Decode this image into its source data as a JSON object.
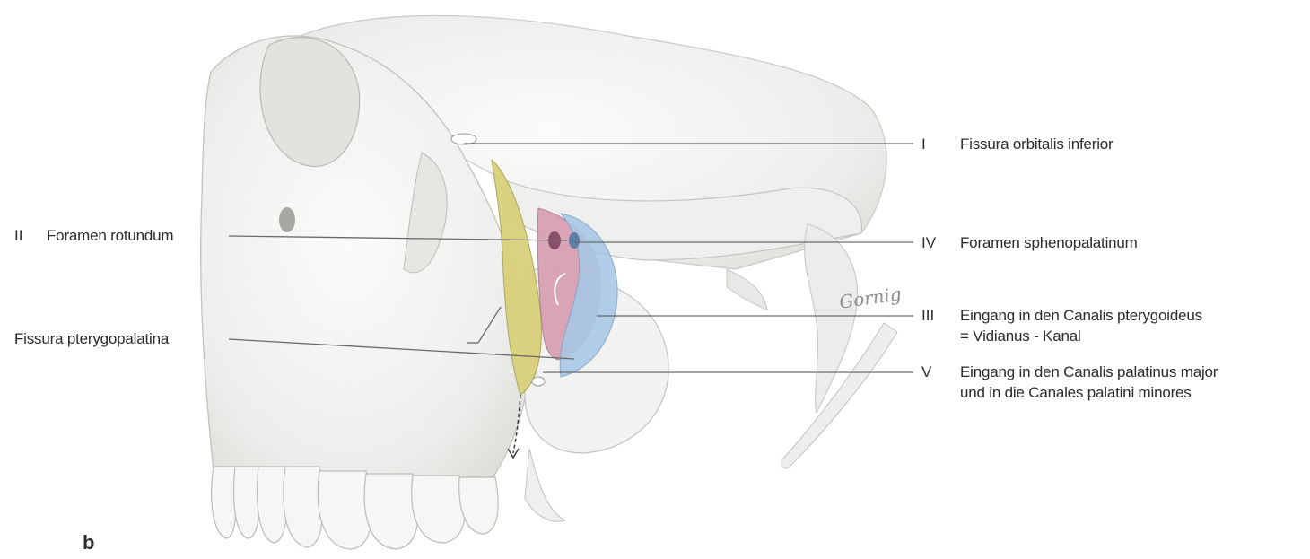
{
  "panel_letter": "b",
  "labels": {
    "fissura_orbitalis": {
      "roman": "I",
      "text": "Fissura orbitalis inferior"
    },
    "foramen_rotundum": {
      "roman": "II",
      "text": "Foramen rotundum"
    },
    "foramen_sphenopalatinum": {
      "roman": "IV",
      "text": "Foramen sphenopalatinum"
    },
    "fissura_pterygopalatina": {
      "text": "Fissura pterygopalatina"
    },
    "canalis_pterygoideus": {
      "roman": "III",
      "line1": "Eingang in den Canalis pterygoideus",
      "line2": "= Vidianus - Kanal"
    },
    "canalis_palatinus": {
      "roman": "V",
      "line1": "Eingang in den Canalis palatinus major",
      "line2": "und in die Canales palatini minores"
    }
  },
  "signature": "Gornig",
  "colors": {
    "yellow_region": "#d8d07a",
    "pink_region": "#d9a0b4",
    "blue_region": "#a9c8e6",
    "bone": "#f3f3f1",
    "leader_line": "#6a6a6a"
  }
}
